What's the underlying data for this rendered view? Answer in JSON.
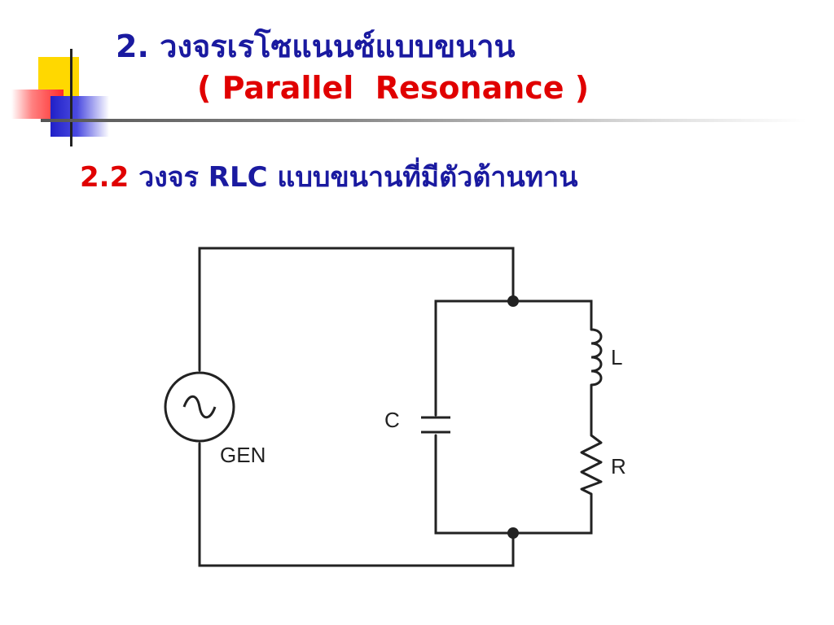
{
  "title": {
    "line1": "2. วงจรเรโซแนนซ์แบบขนาน",
    "line2": "( Parallel  Resonance )"
  },
  "subtitle": {
    "number": "2.2",
    "text": " วงจร RLC แบบขนานที่มีตัวต้านทาน"
  },
  "diagram": {
    "generator_label": "GEN",
    "capacitor_label": "C",
    "inductor_label": "L",
    "resistor_label": "R",
    "generator_symbol": "~"
  },
  "colors": {
    "title": "#1a1aa0",
    "accent": "#e00000"
  }
}
